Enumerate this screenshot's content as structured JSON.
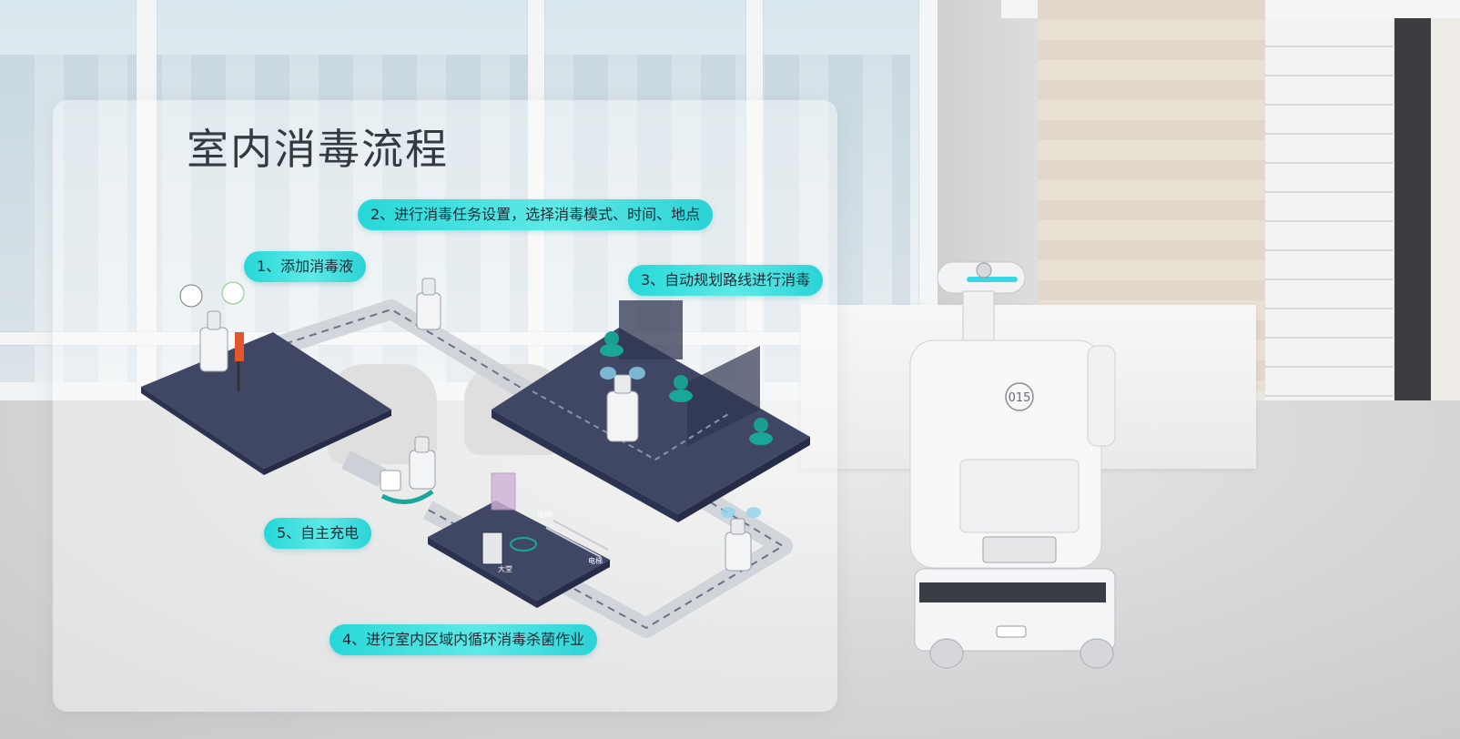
{
  "title": "室内消毒流程",
  "steps": [
    {
      "label": "1、添加消毒液"
    },
    {
      "label": "2、进行消毒任务设置，选择消毒模式、时间、地点"
    },
    {
      "label": "3、自动规划路线进行消毒"
    },
    {
      "label": "4、进行室内区域内循环消毒杀菌作业"
    },
    {
      "label": "5、自主充电"
    }
  ],
  "robot": {
    "number": "015"
  },
  "map_labels": {
    "elevator": "电梯",
    "lobby": "大堂"
  },
  "colors": {
    "pill": "#26d8d8",
    "platform": "#3f4765",
    "path": "#c9ccd2",
    "accent": "#1aa79a"
  }
}
